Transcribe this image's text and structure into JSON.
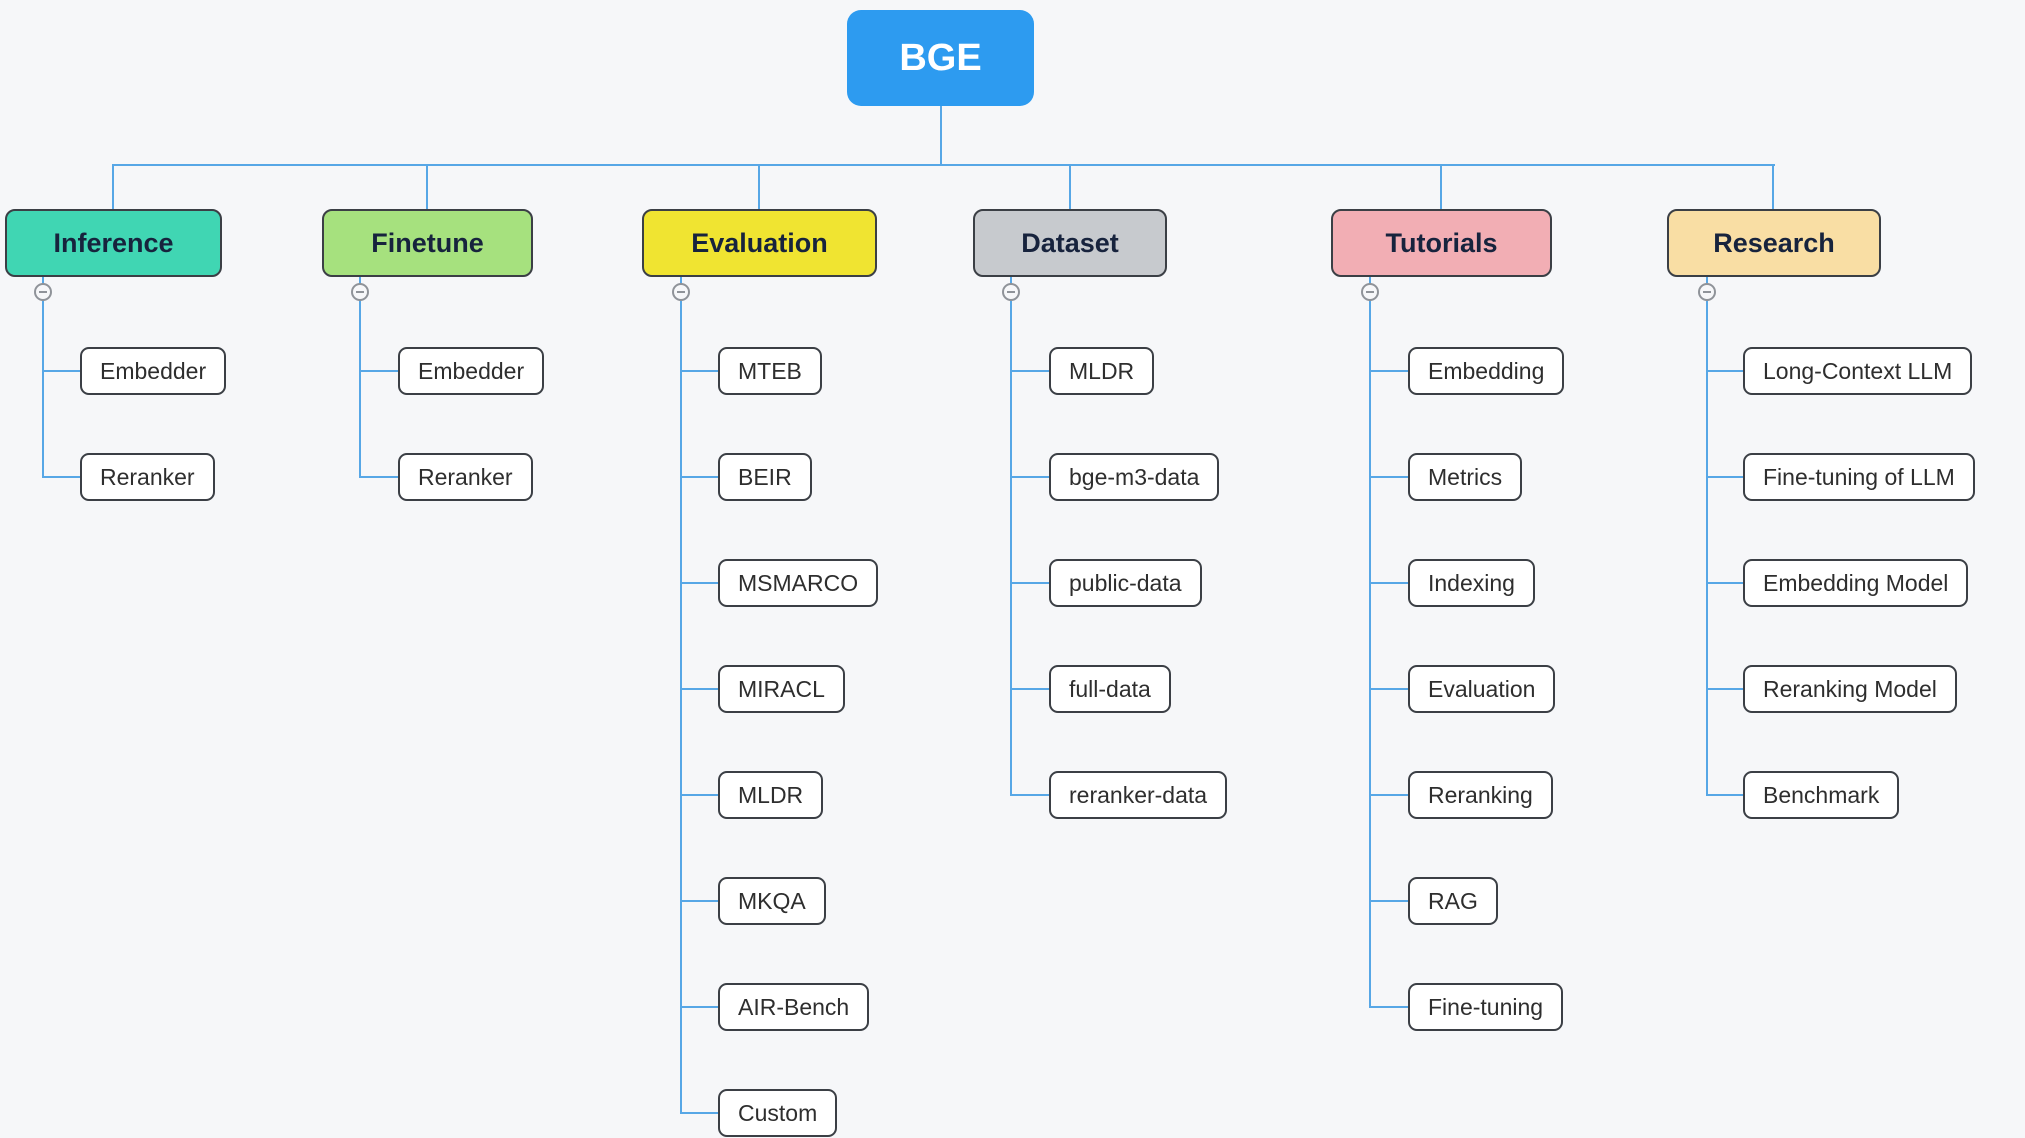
{
  "canvas": {
    "background": "#f6f7f9",
    "connector_color": "#57a7e6"
  },
  "root": {
    "label": "BGE",
    "color": "#2d9bf0",
    "text_color": "#ffffff"
  },
  "branches": [
    {
      "label": "Inference",
      "color": "#40d6b3",
      "children": [
        "Embedder",
        "Reranker"
      ]
    },
    {
      "label": "Finetune",
      "color": "#a6e17e",
      "children": [
        "Embedder",
        "Reranker"
      ]
    },
    {
      "label": "Evaluation",
      "color": "#f0e431",
      "children": [
        "MTEB",
        "BEIR",
        "MSMARCO",
        "MIRACL",
        "MLDR",
        "MKQA",
        "AIR-Bench",
        "Custom"
      ]
    },
    {
      "label": "Dataset",
      "color": "#c7cace",
      "children": [
        "MLDR",
        "bge-m3-data",
        "public-data",
        "full-data",
        "reranker-data"
      ]
    },
    {
      "label": "Tutorials",
      "color": "#f2aeb4",
      "children": [
        "Embedding",
        "Metrics",
        "Indexing",
        "Evaluation",
        "Reranking",
        "RAG",
        "Fine-tuning"
      ]
    },
    {
      "label": "Research",
      "color": "#f9dea4",
      "children": [
        "Long-Context LLM",
        "Fine-tuning of LLM",
        "Embedding Model",
        "Reranking Model",
        "Benchmark"
      ]
    }
  ]
}
